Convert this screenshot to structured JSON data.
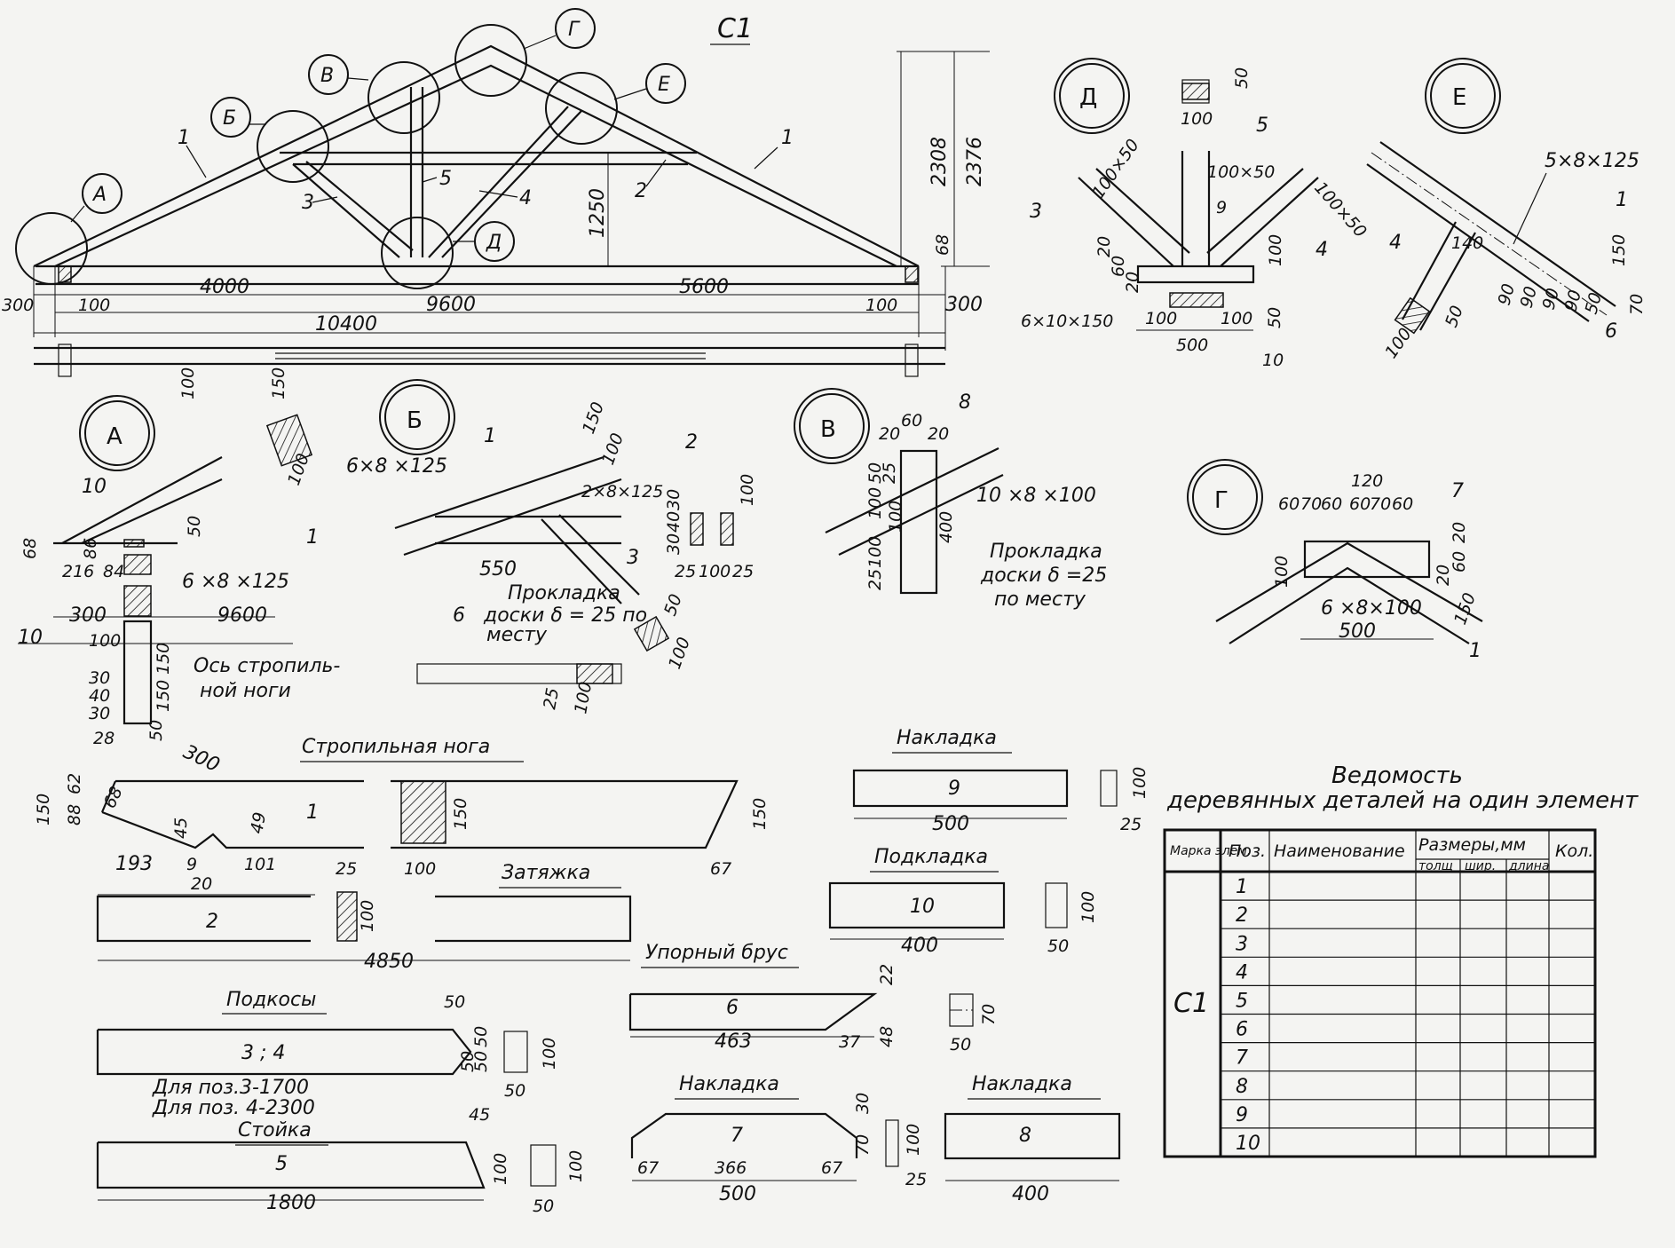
{
  "sheet": {
    "label": "С1"
  },
  "truss": {
    "spans": {
      "left": "4000",
      "right": "5600",
      "inner": "9600",
      "total": "10400"
    },
    "ends": {
      "left_offset": "300",
      "left_support": "100",
      "right_support": "100",
      "right_offset": "300",
      "side": "100",
      "lap": "150"
    },
    "heights": {
      "ridge_inner": "2308",
      "ridge_total": "2376",
      "brace_height": "1250",
      "support": "68"
    },
    "parts": [
      "1",
      "1",
      "2",
      "3",
      "4",
      "5"
    ],
    "callouts": [
      "А",
      "Б",
      "В",
      "Г",
      "Д",
      "Е"
    ]
  },
  "details": {
    "A": {
      "title": "А",
      "labels": [
        "10",
        "68",
        "86",
        "216",
        "84",
        "50",
        "6 ×8 ×125",
        "300",
        "9600",
        "10",
        "100",
        "150",
        "150",
        "100",
        "1",
        "30",
        "40",
        "30",
        "50"
      ],
      "axis_note": [
        "Ось стропиль-",
        "ной ноги"
      ]
    },
    "B": {
      "title": "Б",
      "labels": [
        "6×8 ×125",
        "1",
        "150",
        "100",
        "2",
        "2×8×125",
        "100",
        "30",
        "40",
        "30",
        "3",
        "550",
        "6",
        "25",
        "100",
        "25",
        "50",
        "100",
        "25",
        "100"
      ],
      "note": [
        "Прокладка",
        "доски δ = 25 по",
        "месту"
      ]
    },
    "V": {
      "title": "В",
      "labels": [
        "8",
        "20",
        "60",
        "20",
        "100",
        "50",
        "25",
        "10 ×8 ×100",
        "400",
        "25",
        "100",
        "100"
      ],
      "note": [
        "Прокладка",
        "доски δ =25",
        "по месту"
      ]
    },
    "G": {
      "title": "Г",
      "labels": [
        "120",
        "60",
        "70",
        "60",
        "60",
        "70",
        "60",
        "7",
        "100",
        "20",
        "60",
        "20",
        "6 ×8×100",
        "500",
        "150",
        "1"
      ]
    },
    "D": {
      "title": "Д",
      "labels": [
        "50",
        "100",
        "5",
        "100×50",
        "100×50",
        "100×50",
        "3",
        "9",
        "4",
        "20",
        "60",
        "20",
        "6×10×150",
        "100",
        "100",
        "50",
        "500",
        "100",
        "10"
      ]
    },
    "E": {
      "title": "Е",
      "labels": [
        "5×8×125",
        "1",
        "4",
        "140",
        "150",
        "70",
        "90",
        "90",
        "90",
        "90",
        "50",
        "6",
        "50",
        "100"
      ]
    }
  },
  "parts": {
    "rafter": {
      "title": "Стропильная нога",
      "pos": "1",
      "dims": [
        "28",
        "300",
        "150",
        "88",
        "62",
        "68",
        "45",
        "49",
        "193",
        "9",
        "20",
        "101",
        "100",
        "150",
        "150",
        "67"
      ]
    },
    "tie": {
      "title": "Затяжка",
      "pos": "2",
      "dims": [
        "25",
        "100",
        "4850"
      ]
    },
    "braces": {
      "title": "Подкосы",
      "pos": "3 ; 4",
      "dims": [
        "50",
        "50",
        "50",
        "50",
        "100",
        "50"
      ],
      "notes": [
        "Для поз.3-1700",
        "Для поз. 4-2300"
      ]
    },
    "post": {
      "title": "Стойка",
      "pos": "5",
      "dims": [
        "45",
        "100",
        "100",
        "50",
        "1800"
      ]
    },
    "thrust_beam": {
      "title": "Упорный брус",
      "pos": "6",
      "dims": [
        "22",
        "463",
        "37",
        "48",
        "70",
        "50"
      ]
    },
    "plate7": {
      "title": "Накладка",
      "pos": "7",
      "dims": [
        "30",
        "67",
        "366",
        "67",
        "500",
        "70",
        "100",
        "25"
      ]
    },
    "plate8": {
      "title": "Накладка",
      "pos": "8",
      "dims": [
        "400"
      ]
    },
    "plate9": {
      "title": "Накладка",
      "pos": "9",
      "dims": [
        "500",
        "100",
        "25"
      ]
    },
    "pad10": {
      "title": "Подкладка",
      "pos": "10",
      "dims": [
        "400",
        "100",
        "50"
      ]
    }
  },
  "schedule": {
    "title_line1": "Ведомость",
    "title_line2": "деревянных деталей на один элемент",
    "headers": {
      "mark": "Марка элем.",
      "pos": "Поз.",
      "name": "Наименование",
      "sizes": "Размеры,мм",
      "thick": "толщ",
      "width": "шир.",
      "length": "длина",
      "qty": "Кол."
    },
    "mark": "С1",
    "rows": [
      "1",
      "2",
      "3",
      "4",
      "5",
      "6",
      "7",
      "8",
      "9",
      "10"
    ]
  }
}
